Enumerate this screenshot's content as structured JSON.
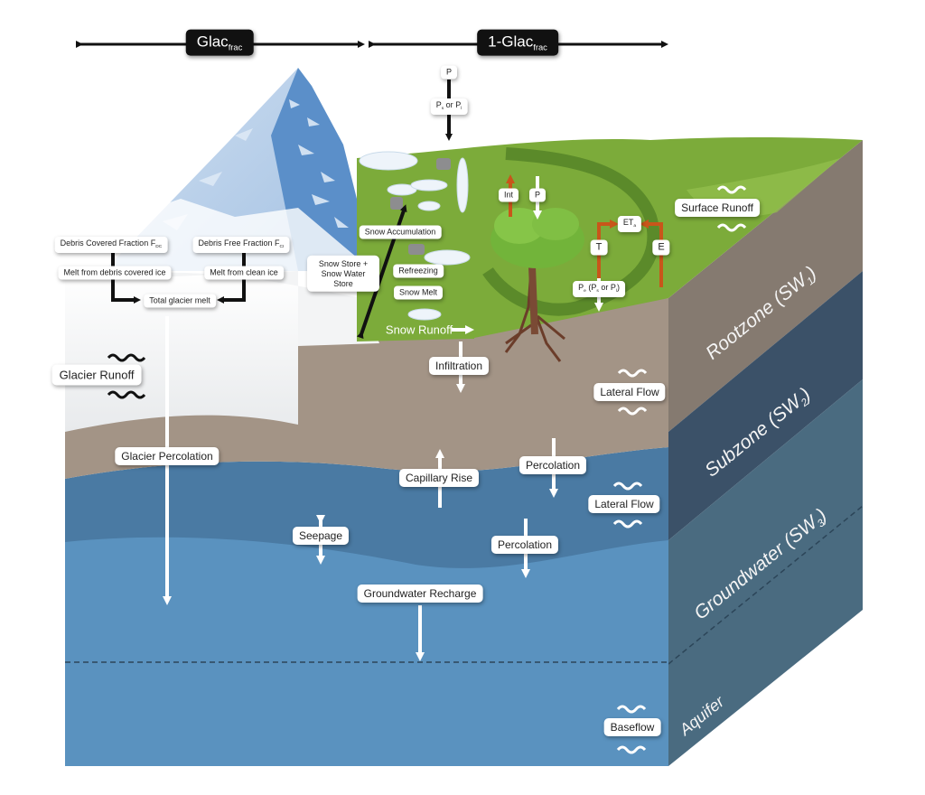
{
  "header": {
    "glacier_fraction": {
      "main": "Glac",
      "sub": "frac"
    },
    "non_glacier_fraction": {
      "main": "1-Glac",
      "sub": "frac"
    }
  },
  "precipitation": {
    "p_label": "P",
    "ps_or_pl": {
      "a": "P",
      "a_sub": "s",
      "mid": " or ",
      "b": "P",
      "b_sub": "l"
    }
  },
  "glacier": {
    "debris_covered_fraction": {
      "text": "Debris Covered Fraction F",
      "sub": "DC"
    },
    "debris_free_fraction": {
      "text": "Debris Free Fraction F",
      "sub": "CI"
    },
    "melt_debris": "Melt from debris covered ice",
    "melt_clean": "Melt from clean ice",
    "total_melt": "Total glacier melt",
    "glacier_runoff": "Glacier Runoff",
    "glacier_percolation": "Glacier Percolation"
  },
  "snow": {
    "accumulation": "Snow Accumulation",
    "store": "Snow Store + Snow Water Store",
    "refreezing": "Refreezing",
    "melt": "Snow Melt",
    "runoff": "Snow Runoff"
  },
  "vegetation": {
    "int": "Int",
    "p": "P",
    "eta": {
      "main": "ET",
      "sub": "a"
    },
    "t": "T",
    "e": "E",
    "pe": {
      "a": "P",
      "a_sub": "e",
      "rest1": " (P",
      "b_sub": "s",
      "rest2": " or P",
      "c_sub": "l",
      "end": ")"
    }
  },
  "fluxes": {
    "surface_runoff": "Surface Runoff",
    "infiltration": "Infiltration",
    "lateral_flow_1": "Lateral Flow",
    "capillary_rise": "Capillary Rise",
    "percolation_1": "Percolation",
    "lateral_flow_2": "Lateral Flow",
    "seepage": "Seepage",
    "percolation_2": "Percolation",
    "groundwater_recharge": "Groundwater Recharge",
    "baseflow": "Baseflow"
  },
  "layers": {
    "rootzone": {
      "main": "Rootzone (SW",
      "sub": "1",
      "end": ")"
    },
    "subzone": {
      "main": "Subzone (SW",
      "sub": "2",
      "end": ")"
    },
    "groundwater": {
      "main": "Groundwater (SW",
      "sub": "3",
      "end": ")"
    },
    "aquifer": "Aquifer"
  },
  "colors": {
    "soil": "#a39486",
    "soil_side": "#857a70",
    "subzone": "#4a7aa3",
    "subzone_side": "#3b5168",
    "groundwater": "#5a92bf",
    "groundwater_side": "#4a6b80",
    "grass": "#7cab3a",
    "mountain": "#5b8fc9",
    "evap_arrow": "#c8561a"
  }
}
